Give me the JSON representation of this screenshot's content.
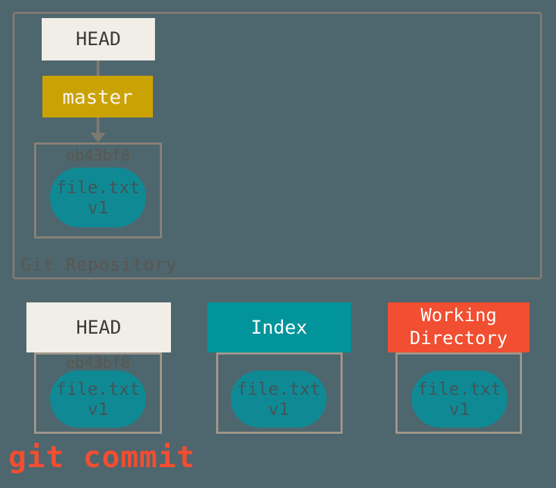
{
  "diagram": {
    "background_color": "#4e666e",
    "repository": {
      "label": "Git Repository",
      "border_color": "#7e7a71",
      "head_label": "HEAD",
      "branch_label": "master",
      "commit": {
        "hash": "eb43bf8",
        "file_name": "file.txt",
        "file_version": "v1"
      }
    },
    "columns": [
      {
        "key": "head",
        "label": "HEAD",
        "header_bg": "#f0eee6",
        "hash": "eb43bf8",
        "file_name": "file.txt",
        "file_version": "v1"
      },
      {
        "key": "index",
        "label": "Index",
        "header_bg": "#02949b",
        "file_name": "file.txt",
        "file_version": "v1"
      },
      {
        "key": "working_directory",
        "label": "Working Directory",
        "header_bg": "#f14e32",
        "file_name": "file.txt",
        "file_version": "v1"
      }
    ],
    "caption": {
      "text": "git commit",
      "color": "#f14e32"
    },
    "colors": {
      "blob_fill": "#0f8a94",
      "blob_text": "#42555a",
      "hash_text": "#5a564e",
      "branch_gold": "#cba204",
      "head_cream": "#f0eee6",
      "working_dir_red": "#f14e32",
      "index_teal": "#02949b",
      "connector_gray": "#7e7a71",
      "bottom_container_border": "#a1988a",
      "commit_box_border": "#8a8177"
    }
  }
}
